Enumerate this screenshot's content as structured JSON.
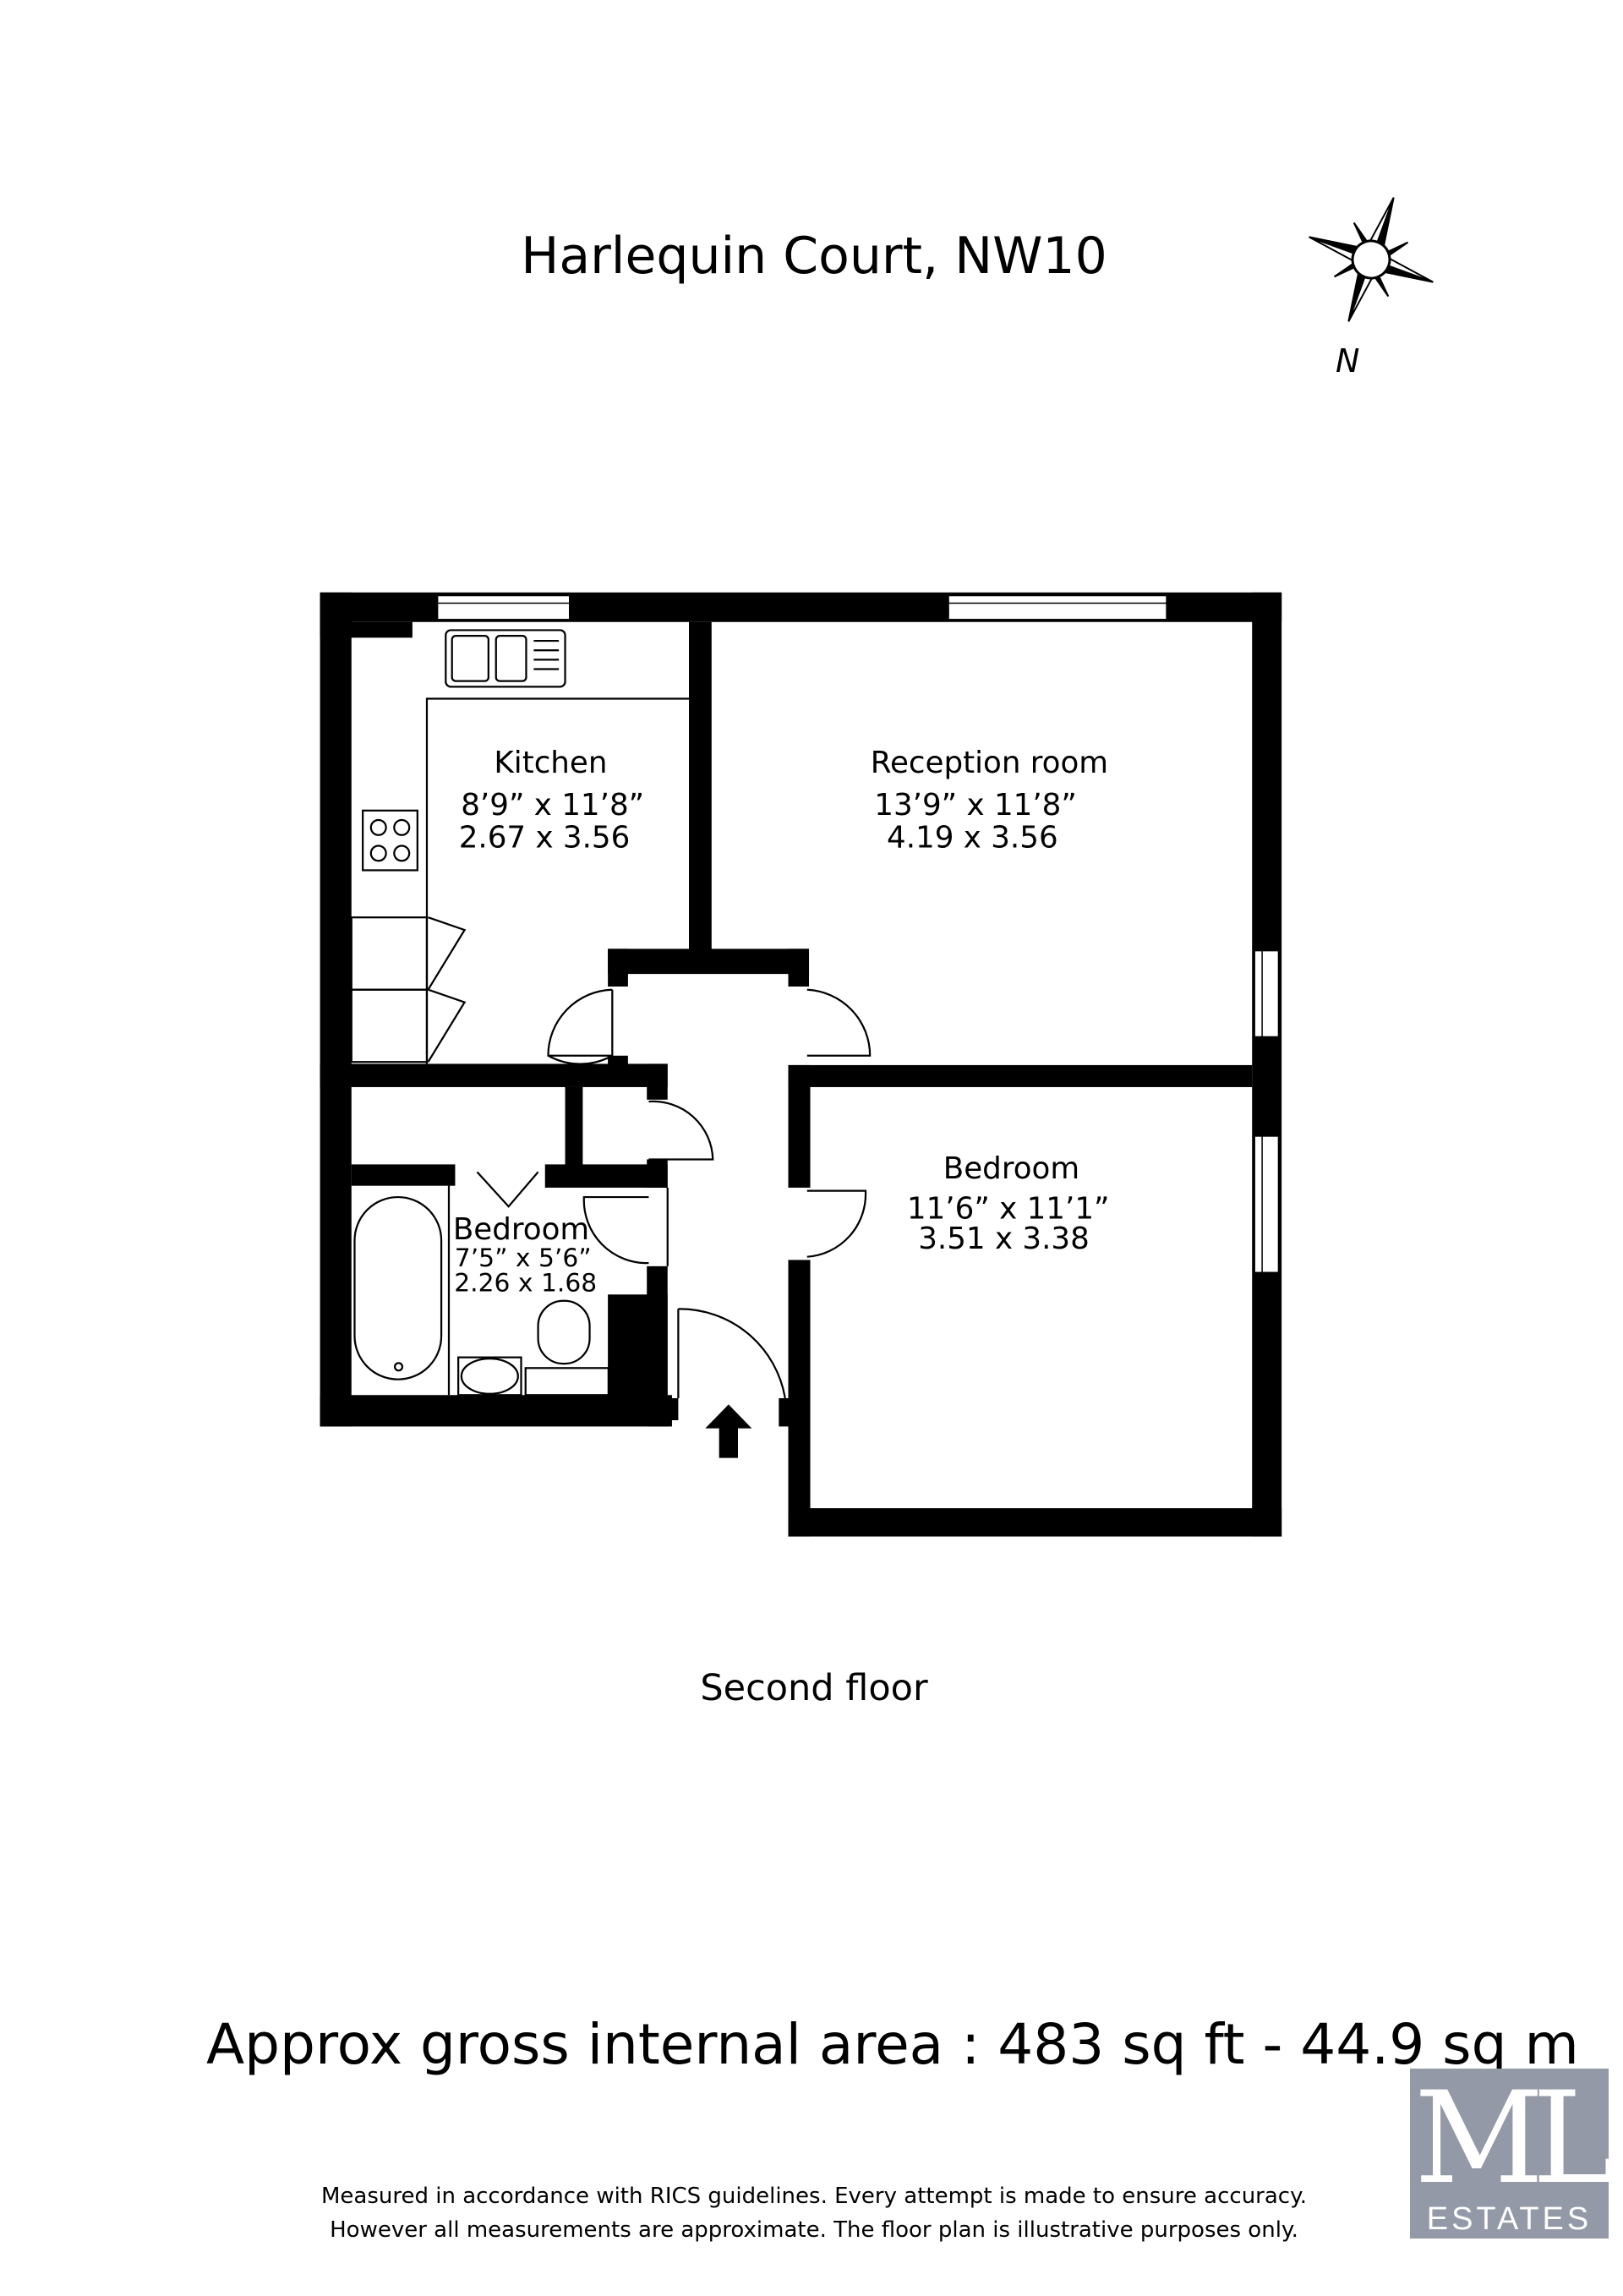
{
  "title": "Harlequin Court, NW10",
  "compass": {
    "label": "N",
    "icon": "compass-rose-icon"
  },
  "rooms": [
    {
      "name": "Kitchen",
      "imperial": "8’9” x 11’8”",
      "metric": "2.67 x 3.56"
    },
    {
      "name": "Reception room",
      "imperial": "13’9” x 11’8”",
      "metric": "4.19 x 3.56"
    },
    {
      "name": "Bedroom",
      "imperial": "11’6” x 11’1”",
      "metric": "3.51 x 3.38"
    },
    {
      "name": "Bedroom",
      "imperial": "7’5” x 5’6”",
      "metric": "2.26 x 1.68"
    }
  ],
  "floor_label": "Second floor",
  "area_text": "Approx gross internal area : 483 sq ft -  44.9 sq m",
  "footer": {
    "line1": "Measured in accordance with RICS guidelines. Every attempt is made to ensure accuracy.",
    "line2": "However all measurements are approximate. The floor plan is illustrative purposes only."
  },
  "logo": {
    "monogram": "ML",
    "word": "ESTATES",
    "color": "#9499a8"
  }
}
